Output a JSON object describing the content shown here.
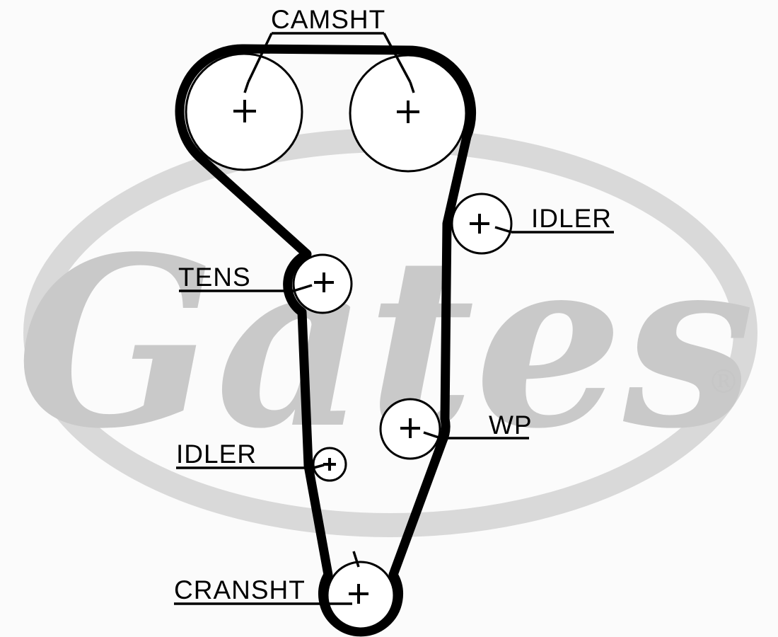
{
  "labels": {
    "camshaft": "CAMSHT",
    "idler_upper": "IDLER",
    "tensioner": "TENS",
    "water_pump": "WP",
    "idler_lower": "IDLER",
    "crankshaft": "CRANSHT"
  },
  "watermark": {
    "brand_script": "Gates",
    "registered_mark": "®"
  },
  "colors": {
    "background": "#fbfbfb",
    "belt": "#000000",
    "watermark_oval": "#d9d9d9",
    "watermark_text": "#c9c9c9"
  },
  "pulleys": [
    {
      "name": "camshaft-left-sprocket",
      "marker": "plus"
    },
    {
      "name": "camshaft-right-sprocket",
      "marker": "plus"
    },
    {
      "name": "upper-idler-pulley",
      "marker": "plus"
    },
    {
      "name": "tensioner-pulley",
      "marker": "plus"
    },
    {
      "name": "water-pump-pulley",
      "marker": "plus"
    },
    {
      "name": "lower-idler-pulley",
      "marker": "plus"
    },
    {
      "name": "crankshaft-sprocket",
      "marker": "plus"
    }
  ]
}
